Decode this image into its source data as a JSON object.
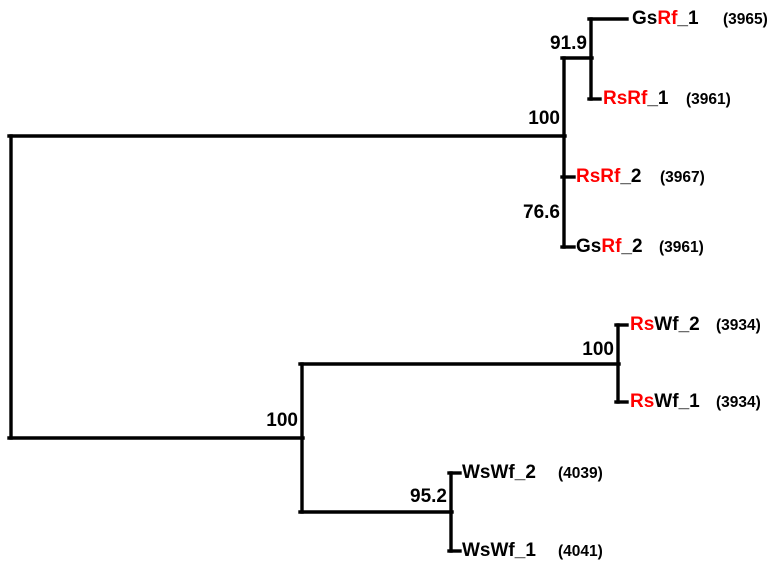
{
  "figure": {
    "type": "phylogenetic-tree",
    "layout": "rectangular-cladogram",
    "background_color": "#ffffff",
    "line_color": "#000000",
    "highlight_color": "#FF0000"
  },
  "taxa": [
    {
      "id": "GsRf_1",
      "prefix": "Gs",
      "prefix_color": "#000000",
      "middle": "Rf",
      "middle_color": "#FF0000",
      "suffix": "_1",
      "suffix_color": "#000000",
      "accession": "(3965)"
    },
    {
      "id": "RsRf_1",
      "prefix": "Rs",
      "prefix_color": "#FF0000",
      "middle": "Rf",
      "middle_color": "#FF0000",
      "suffix": "_1",
      "suffix_color": "#000000",
      "accession": "(3961)"
    },
    {
      "id": "RsRf_2",
      "prefix": "Rs",
      "prefix_color": "#FF0000",
      "middle": "Rf",
      "middle_color": "#FF0000",
      "suffix": "_2",
      "suffix_color": "#000000",
      "accession": "(3967)"
    },
    {
      "id": "GsRf_2",
      "prefix": "Gs",
      "prefix_color": "#000000",
      "middle": "Rf",
      "middle_color": "#FF0000",
      "suffix": "_2",
      "suffix_color": "#000000",
      "accession": "(3961)"
    },
    {
      "id": "RsWf_2",
      "prefix": "Rs",
      "prefix_color": "#FF0000",
      "middle": "Wf",
      "middle_color": "#000000",
      "suffix": "_2",
      "suffix_color": "#000000",
      "accession": "(3934)"
    },
    {
      "id": "RsWf_1",
      "prefix": "Rs",
      "prefix_color": "#FF0000",
      "middle": "Wf",
      "middle_color": "#000000",
      "suffix": "_1",
      "suffix_color": "#000000",
      "accession": "(3934)"
    },
    {
      "id": "WsWf_2",
      "prefix": "Ws",
      "prefix_color": "#000000",
      "middle": "Wf",
      "middle_color": "#000000",
      "suffix": "_2",
      "suffix_color": "#000000",
      "accession": "(4039)"
    },
    {
      "id": "WsWf_1",
      "prefix": "Ws",
      "prefix_color": "#000000",
      "middle": "Wf",
      "middle_color": "#000000",
      "suffix": "_1",
      "suffix_color": "#000000",
      "accession": "(4041)"
    }
  ],
  "support_values": [
    {
      "id": "node-91-9",
      "label": "91.9",
      "clade": "GsRf_1 + RsRf_1"
    },
    {
      "id": "node-100-rf",
      "label": "100",
      "clade": "Rf clade"
    },
    {
      "id": "node-76-6",
      "label": "76.6",
      "clade": "RsRf_2 + GsRf_2"
    },
    {
      "id": "node-100-wf",
      "label": "100",
      "clade": "Wf clade"
    },
    {
      "id": "node-100-rswf",
      "label": "100",
      "clade": "RsWf_2 + RsWf_1"
    },
    {
      "id": "node-95-2",
      "label": "95.2",
      "clade": "WsWf_2 + WsWf_1"
    }
  ]
}
